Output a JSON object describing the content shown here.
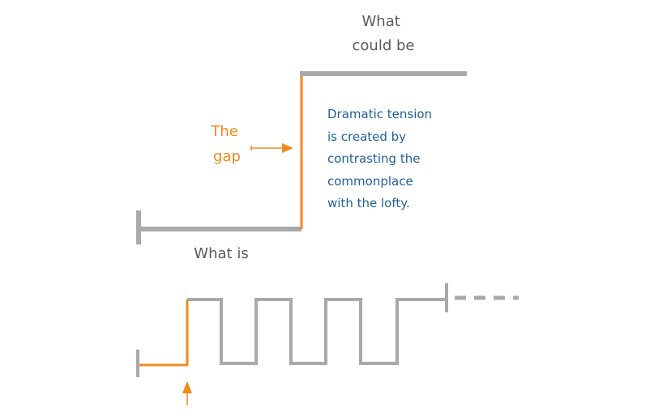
{
  "labels": {
    "what_could_be": [
      "What",
      "could be"
    ],
    "what_is": "What is",
    "the_gap": [
      "The",
      "gap"
    ],
    "tension_note": [
      "Dramatic tension",
      "is created by",
      "contrasting the",
      "commonplace",
      "with the lofty."
    ]
  },
  "colors": {
    "gray_line": "#a9a9a9",
    "orange": "#f08a1c",
    "blue_text": "#1f5f9e",
    "gray_text": "#5a5a5a"
  },
  "icons": {
    "gap_arrow": "arrow-right-icon",
    "start_arrow": "arrow-up-icon"
  }
}
